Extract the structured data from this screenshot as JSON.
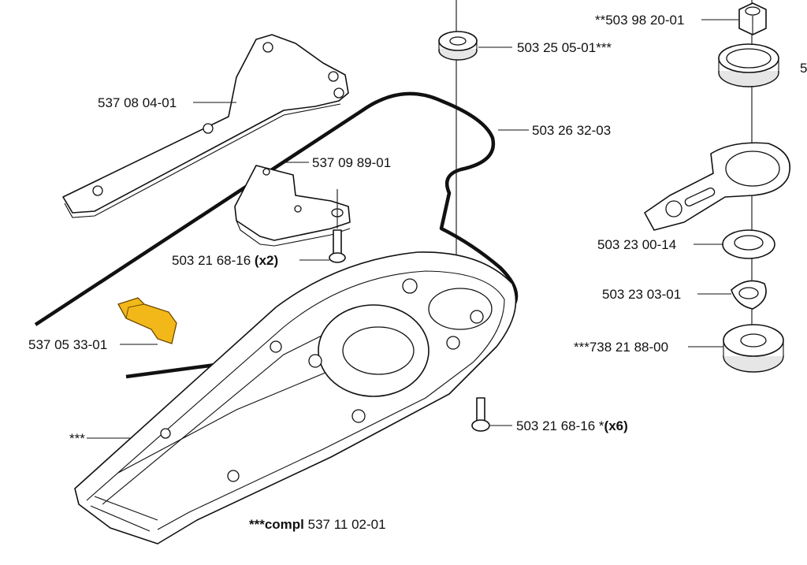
{
  "colors": {
    "highlight_part": "#f2b81a",
    "line": "#111111",
    "background": "#ffffff"
  },
  "labels": {
    "nut_top": "**503 98 20-01",
    "bearing_top": "503 25 05-01***",
    "bearing_right": "5",
    "plate": "537 08 04-01",
    "belt": "503 26 32-03",
    "bracket": "537 09 89-01",
    "screw_x2_num": "503 21 68-16 ",
    "screw_x2_qty": "(x2)",
    "washer": "503 23 00-14",
    "cam": "503 23 03-01",
    "bearing_lower": "***738 21 88-00",
    "clip": "537 05 33-01",
    "housing": "***",
    "screw_x6_num": "503 21 68-16 *",
    "screw_x6_qty": "(x6)",
    "compl_prefix": "***compl",
    "compl_num": " 537 11 02-01"
  }
}
